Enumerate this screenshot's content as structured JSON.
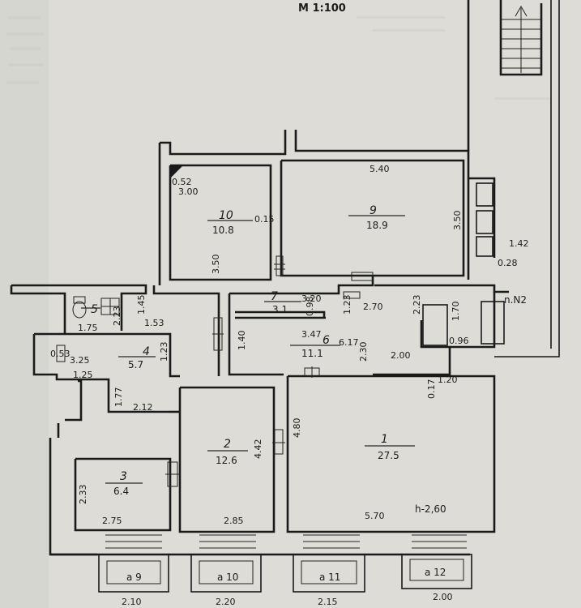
{
  "scale": "M 1:100",
  "rooms": [
    {
      "id": "1",
      "number": "1",
      "area": "27.5"
    },
    {
      "id": "2",
      "number": "2",
      "area": "12.6"
    },
    {
      "id": "3",
      "number": "3",
      "area": "6.4"
    },
    {
      "id": "4",
      "number": "4",
      "area": "5.7"
    },
    {
      "id": "5",
      "number": "5",
      "area": ""
    },
    {
      "id": "6",
      "number": "6",
      "area": "11.1"
    },
    {
      "id": "7",
      "number": "7",
      "area": "3.1"
    },
    {
      "id": "9",
      "number": "9",
      "area": "18.9"
    },
    {
      "id": "10",
      "number": "10",
      "area": "10.8"
    }
  ],
  "windows": [
    "a 9",
    "a 10",
    "a 11",
    "a 12"
  ],
  "stair_label": "n.N2",
  "height_label": "h-2,60",
  "dims": {
    "d300": "3.00",
    "d052": "0.52",
    "d015": "0.15",
    "d350a": "3.50",
    "d540": "5.40",
    "d350b": "3.50",
    "d142": "1.42",
    "d028": "0.28",
    "d145": "1.45",
    "d153": "1.53",
    "d175": "1.75",
    "d223a": "2.23",
    "d320": "3.20",
    "d098": "0.98",
    "d123a": "1.23",
    "d270": "2.70",
    "d223b": "2.23",
    "d170": "1.70",
    "d096": "0.96",
    "d140": "1.40",
    "d347": "3.47",
    "d617": "6.17",
    "d230": "2.30",
    "d200a": "2.00",
    "d053": "0.53",
    "d325": "3.25",
    "d123b": "1.23",
    "d125": "1.25",
    "d120": "1.20",
    "d017": "0.17",
    "d177": "1.77",
    "d212": "2.12",
    "d442": "4.42",
    "d480": "4.80",
    "d233": "2.33",
    "d275": "2.75",
    "d285": "2.85",
    "d570": "5.70",
    "d210": "2.10",
    "d220": "2.20",
    "d215": "2.15",
    "d200b": "2.00"
  }
}
